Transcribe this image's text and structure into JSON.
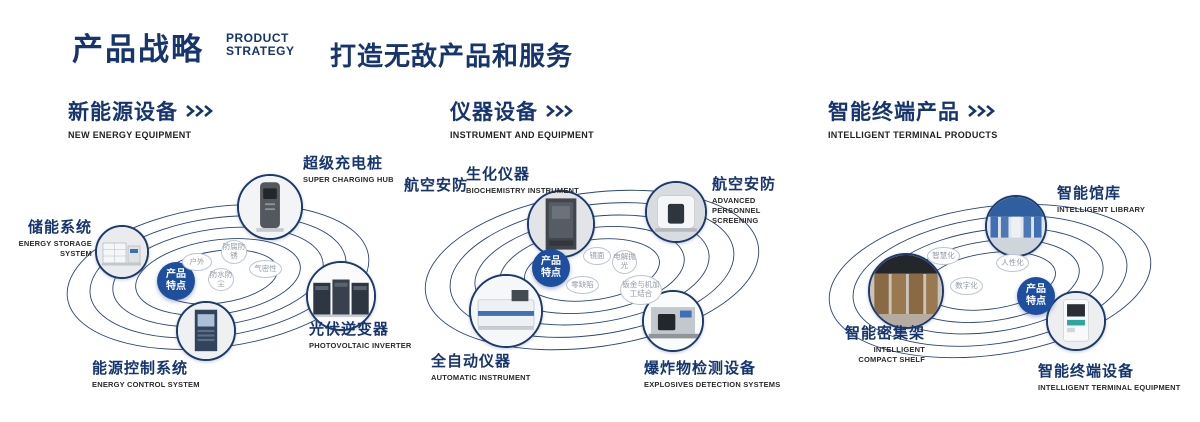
{
  "header": {
    "title": "产品战略",
    "title_en": [
      "PRODUCT",
      "STRATEGY"
    ],
    "slogan": "打造无敌产品和服务"
  },
  "colors": {
    "primary_navy": "#16356f",
    "badge_blue": "#1d4f9e",
    "orbit_stroke": "#2a4672",
    "bubble_border": "#bcc6d4"
  },
  "icons": {
    "triple_chevron": "triple right chevron arrows after each section title"
  },
  "sections": [
    {
      "title": "新能源设备",
      "subtitle": "NEW ENERGY EQUIPMENT",
      "badge": "产品特点",
      "features": [
        "户外",
        "防腐防锈",
        "气密性",
        "防水防尘"
      ],
      "products": [
        {
          "name": "储能系统",
          "name_en": "ENERGY STORAGE SYSTEM"
        },
        {
          "name": "超级充电桩",
          "name_en": "SUPER CHARGING HUB"
        },
        {
          "name": "光伏逆变器",
          "name_en": "PHOTOVOLTAIC INVERTER"
        },
        {
          "name": "能源控制系统",
          "name_en": "ENERGY CONTROL SYSTEM"
        }
      ]
    },
    {
      "title": "仪器设备",
      "subtitle": "INSTRUMENT AND EQUIPMENT",
      "badge": "产品特点",
      "side_label": "航空安防",
      "features": [
        "镜面",
        "电解抛光",
        "零缺陷",
        "钣金与机加工结合"
      ],
      "products": [
        {
          "name": "生化仪器",
          "name_en": "BIOCHEMISTRY INSTRUMENT"
        },
        {
          "name": "航空安防",
          "name_en": "ADVANCED PERSONNEL SCREENING"
        },
        {
          "name": "全自动仪器",
          "name_en": "AUTOMATIC INSTRUMENT"
        },
        {
          "name": "爆炸物检测设备",
          "name_en": "EXPLOSIVES DETECTION SYSTEMS"
        }
      ]
    },
    {
      "title": "智能终端产品",
      "subtitle": "INTELLIGENT TERMINAL PRODUCTS",
      "badge": "产品特点",
      "features": [
        "智慧化",
        "人性化",
        "数字化"
      ],
      "products": [
        {
          "name": "智能馆库",
          "name_en": "INTELLIGENT LIBRARY"
        },
        {
          "name": "智能密集架",
          "name_en": "INTELLIGENT COMPACT SHELF"
        },
        {
          "name": "智能终端设备",
          "name_en": "INTELLIGENT TERMINAL EQUIPMENT"
        }
      ]
    }
  ]
}
